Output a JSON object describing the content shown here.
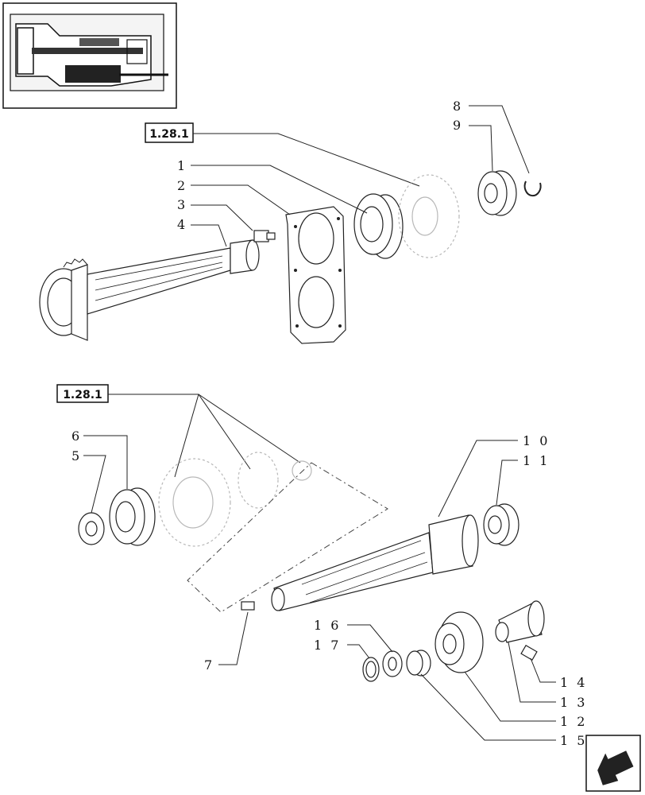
{
  "reference_boxes": [
    "1.28.1",
    "1.28.1"
  ],
  "callouts": {
    "c1": "1",
    "c2": "2",
    "c3": "3",
    "c4": "4",
    "c5": "5",
    "c6": "6",
    "c7": "7",
    "c8": "8",
    "c9": "9",
    "c10": "1 0",
    "c11": "1 1",
    "c12": "1 2",
    "c13": "1 3",
    "c14": "1 4",
    "c15": "1 5",
    "c16": "1 6",
    "c17": "1 7"
  },
  "icons": {
    "thumbnail": "transmission-section-thumbnail",
    "nav": "next-page-arrow-icon"
  }
}
